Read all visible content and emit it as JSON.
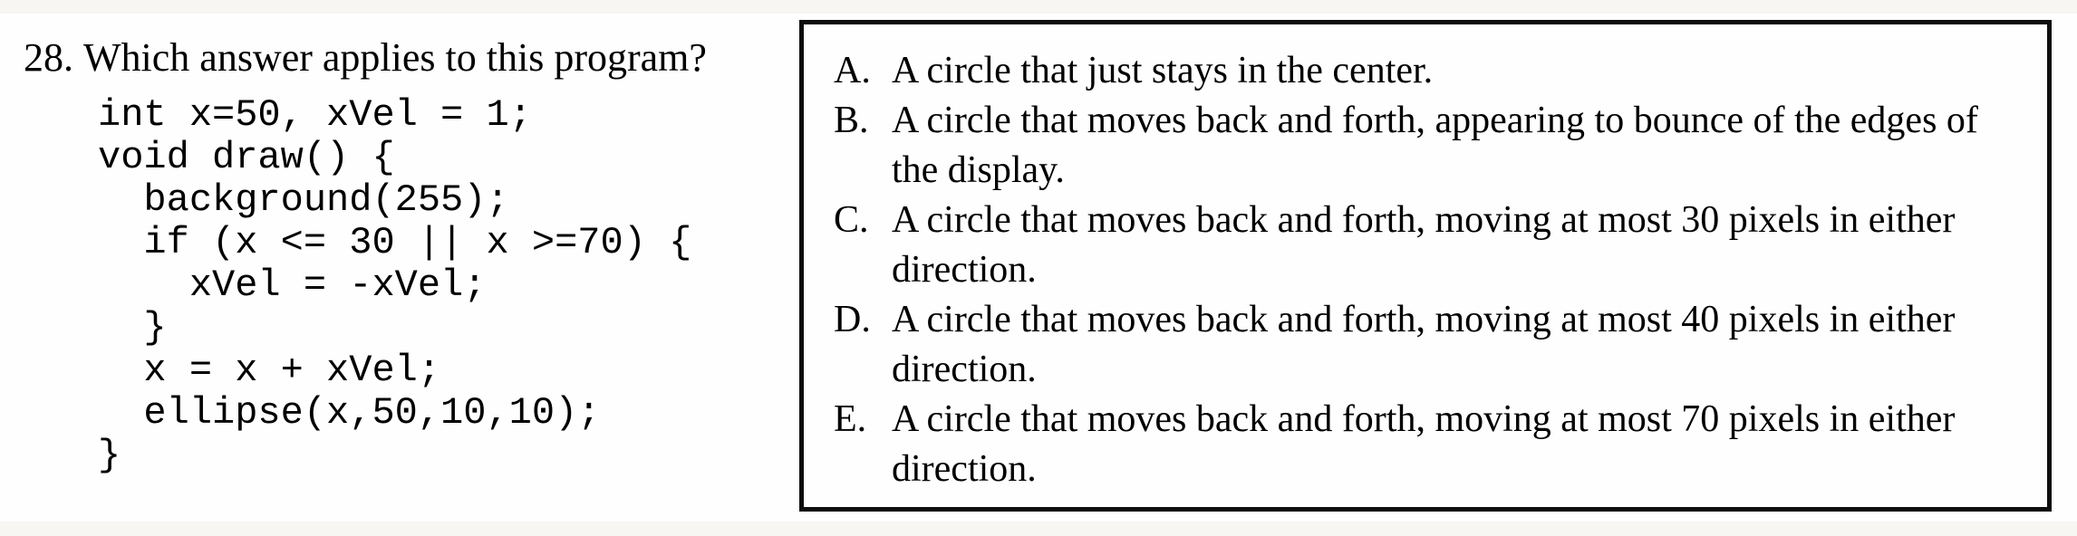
{
  "question": {
    "number": "28.",
    "text": "Which answer applies to this program?",
    "code_lines": [
      "int x=50, xVel = 1;",
      "void draw() {",
      "  background(255);",
      "  if (x <= 30 || x >=70) {",
      "    xVel = -xVel;",
      "  }",
      "  x = x + xVel;",
      "  ellipse(x,50,10,10);",
      "}"
    ]
  },
  "answers": {
    "options": [
      {
        "letter": "A.",
        "text": "A circle that just stays in the center."
      },
      {
        "letter": "B.",
        "text": "A circle that moves back and forth, appearing to bounce of the edges of the display."
      },
      {
        "letter": "C.",
        "text": "A circle that moves back and forth, moving at most 30 pixels in either direction."
      },
      {
        "letter": "D.",
        "text": "A circle that moves back and forth, moving at most 40 pixels in either direction."
      },
      {
        "letter": "E.",
        "text": "A circle that moves back and forth, moving at most 70 pixels in either direction."
      }
    ]
  },
  "colors": {
    "page_background": "#fefefe",
    "edge_strip": "#f8f6f2",
    "text": "#000000",
    "box_border": "#0d0d0d"
  }
}
